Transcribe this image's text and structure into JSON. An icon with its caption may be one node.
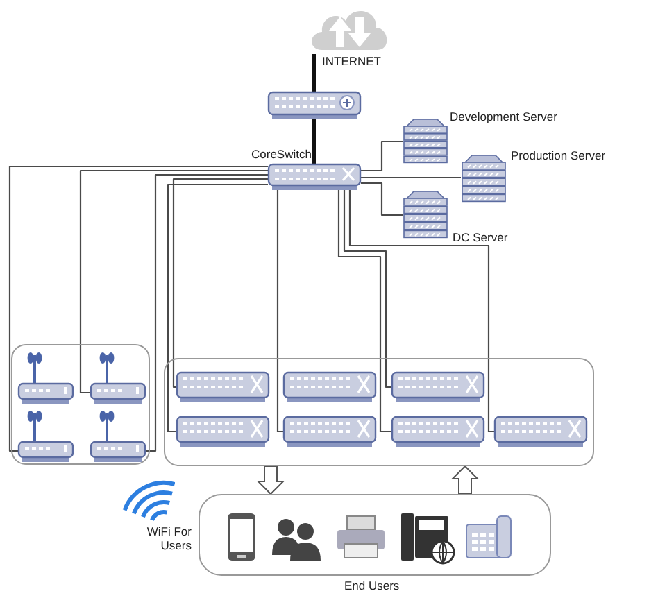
{
  "diagram": {
    "nodes": [
      {
        "text": [
          "INTERNET"
        ]
      },
      {
        "text": [],
        "shape": "switch"
      },
      {
        "text": [
          "CoreSwitch"
        ]
      },
      {
        "text": [
          "Development Server"
        ]
      },
      {
        "text": [
          "Production Server"
        ]
      },
      {
        "text": [
          "DC Server"
        ]
      },
      {
        "text": [],
        "shape": "box"
      },
      {
        "text": [],
        "shape": "router",
        "in": 6
      },
      {
        "text": [],
        "shape": "router",
        "in": 6
      },
      {
        "text": [],
        "shape": "router",
        "in": 6
      },
      {
        "text": [],
        "shape": "router",
        "in": 6
      },
      {
        "text": [],
        "shape": "box"
      },
      {
        "text": [],
        "shape": "switch",
        "in": 11
      },
      {
        "text": [],
        "shape": "switch",
        "in": 11
      },
      {
        "text": [],
        "shape": "switch",
        "in": 11
      },
      {
        "text": [],
        "shape": "switch",
        "in": 11
      },
      {
        "text": [],
        "shape": "switch",
        "in": 11
      },
      {
        "text": [],
        "shape": "switch",
        "in": 11
      },
      {
        "text": [],
        "shape": "switch",
        "in": 11
      },
      {
        "text": [
          "End Users"
        ],
        "beside": [
          "WiFi For Users"
        ]
      }
    ],
    "edges": [
      {
        "from": 0,
        "to": 1,
        "arrow": "none",
        "style": "thick",
        "color": "#111111"
      },
      {
        "from": 1,
        "to": 2,
        "arrow": "none",
        "style": "thick",
        "color": "#111111"
      },
      {
        "from": 2,
        "to": 3,
        "arrow": "none"
      },
      {
        "from": 2,
        "to": 4,
        "arrow": "none"
      },
      {
        "from": 2,
        "to": 5,
        "arrow": "none"
      },
      {
        "from": 2,
        "to": 9,
        "arrow": "none"
      },
      {
        "from": 2,
        "to": 8,
        "arrow": "none"
      },
      {
        "from": 2,
        "to": 10,
        "arrow": "none"
      },
      {
        "from": 2,
        "to": 12,
        "arrow": "none"
      },
      {
        "from": 2,
        "to": 15,
        "arrow": "none"
      },
      {
        "from": 2,
        "to": 16,
        "arrow": "none"
      },
      {
        "from": 2,
        "to": 14,
        "arrow": "none"
      },
      {
        "from": 2,
        "to": 17,
        "arrow": "none"
      },
      {
        "from": 2,
        "to": 18,
        "arrow": "none"
      },
      {
        "from": 11,
        "to": 19,
        "arrow": "to"
      },
      {
        "from": 19,
        "to": 11,
        "arrow": "to"
      }
    ]
  }
}
